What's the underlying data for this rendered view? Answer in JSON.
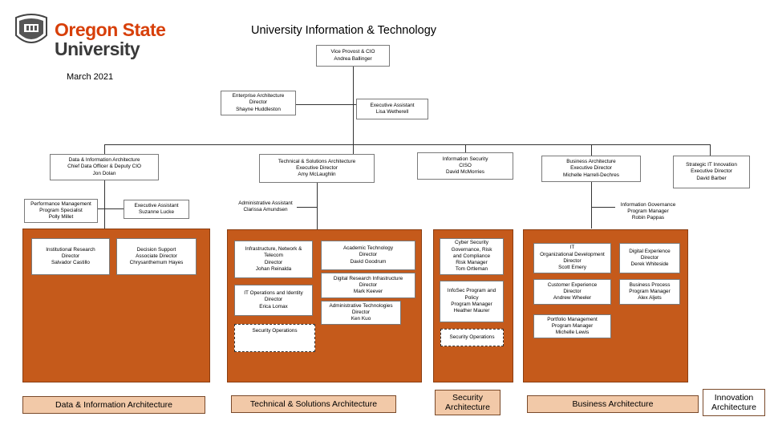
{
  "header": {
    "logo_line1": "Oregon State",
    "logo_line2": "University",
    "title": "University Information & Technology",
    "date": "March 2021"
  },
  "top": {
    "cio": [
      "Vice Provost & CIO",
      "Andrea Ballinger"
    ],
    "enterprise_arch": [
      "Enterprise Architecture",
      "Director",
      "Shayne Huddleston"
    ],
    "exec_assistant": [
      "Executive Assistant",
      "Lisa Wetherell"
    ]
  },
  "columns": {
    "data_info": [
      "Data & Information Architecture",
      "Chief Data Officer & Deputy CIO",
      "Jon Dolan"
    ],
    "tech_solutions": [
      "Technical & Solutions Architecture",
      "Executive Director",
      "Amy McLaughlin"
    ],
    "info_security": [
      "Information Security",
      "CISO",
      "David McMorries"
    ],
    "business_arch": [
      "Business Architecture",
      "Executive Director",
      "Michelle Harrell-Dechres"
    ],
    "strategic_it": [
      "Strategic IT Innovation",
      "Executive Director",
      "David Barber"
    ]
  },
  "data_info_staff": {
    "perf_mgmt": [
      "Performance Management",
      "Program Specialist",
      "Polly Millet"
    ],
    "exec_asst": [
      "Executive Assistant",
      "Suzanne Lucke"
    ],
    "inst_research": [
      "Institutional Research",
      "Director",
      "Salvador Castillo"
    ],
    "decision_support": [
      "Decision Support",
      "Associate Director",
      "Chrysanthemum Hayes"
    ]
  },
  "tech_staff": {
    "admin_asst": [
      "Administrative Assistant",
      "Clarissa Amundsen"
    ],
    "infra": [
      "Infrastructure, Network &",
      "Telecom",
      "Director",
      "Johan Reinalda"
    ],
    "academic_tech": [
      "Academic Technology",
      "Director",
      "David Goodrum"
    ],
    "digital_research": [
      "Digital Research Infrastructure",
      "Director",
      "Mark Keever"
    ],
    "it_ops": [
      "IT Operations and Identity",
      "Director",
      "Erica Lomax"
    ],
    "admin_tech": [
      "Administrative Technologies",
      "Director",
      "Ken Kuo"
    ],
    "sec_ops": [
      "Security Operations"
    ]
  },
  "security_staff": {
    "cyber": [
      "Cyber Security",
      "Governance, Risk",
      "and Compliance",
      "Risk Manager",
      "Tom Ortleman"
    ],
    "infosec_program": [
      "InfoSec Program and",
      "Policy",
      "Program Manager",
      "Heather Maurer"
    ],
    "sec_ops": [
      "Security Operations"
    ]
  },
  "business_staff": {
    "info_gov": [
      "Information Governance",
      "Program Manager",
      "Robin Pappas"
    ],
    "it_org_dev": [
      "IT",
      "Organizational Development",
      "Director",
      "Scott Emery"
    ],
    "digital_exp": [
      "Digital Experience",
      "Director",
      "Derek Whiteside"
    ],
    "customer_exp": [
      "Customer Experience",
      "Director",
      "Andrew Wheeler"
    ],
    "business_process": [
      "Business Process",
      "Program Manager",
      "Alex Aljets"
    ],
    "portfolio": [
      "Portfolio Management",
      "Program Manager",
      "Michelle Lewis"
    ]
  },
  "footers": {
    "data_info": "Data & Information Architecture",
    "tech": "Technical & Solutions Architecture",
    "security": "Security Architecture",
    "business": "Business Architecture",
    "innovation": "Innovation Architecture"
  },
  "colors": {
    "panel": "#c55a1b",
    "footer": "#f2c9a8",
    "logo_orange": "#d73f09"
  }
}
